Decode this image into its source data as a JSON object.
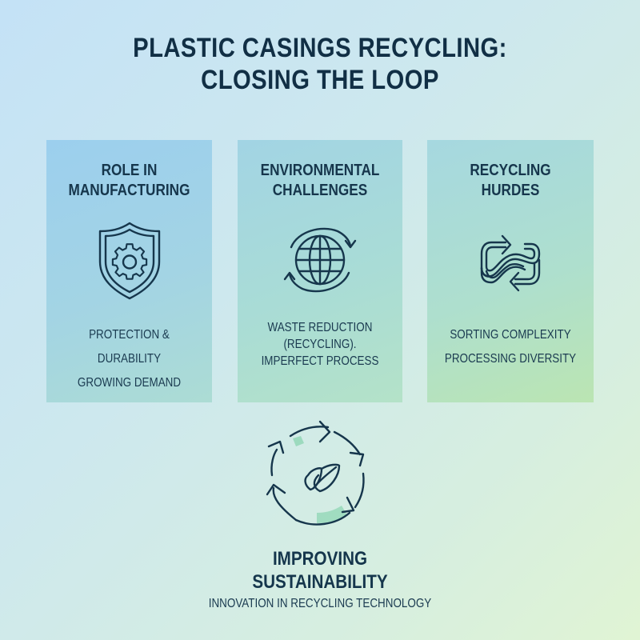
{
  "title": {
    "line1": "PLASTIC CASINGS RECYCLING:",
    "line2": "CLOSING THE LOOP"
  },
  "cards": [
    {
      "heading": [
        "ROLE IN",
        "MANUFACTURING"
      ],
      "icon": "shield-gear-icon",
      "points": [
        "PROTECTION & DURABILITY",
        "GROWING DEMAND"
      ]
    },
    {
      "heading": [
        "ENVIRONMENTAL",
        "CHALLENGES"
      ],
      "icon": "globe-cycle-icon",
      "points": [
        "WASTE REDUCTION",
        "(RECYCLING).",
        "IMPERFECT PROCESS"
      ]
    },
    {
      "heading": [
        "RECYCLING",
        "HURDES"
      ],
      "icon": "tangled-arrows-icon",
      "points": [
        "SORTING COMPLEXITY",
        "PROCESSING DIVERSITY"
      ]
    }
  ],
  "bottom": {
    "icon": "recycle-leaf-icon",
    "heading": [
      "IMPROVING",
      "SUSTAINABILITY"
    ],
    "subtitle": "INNOVATION IN RECYCLING TECHNOLOGY"
  },
  "colors": {
    "text_dark": "#14344a",
    "card1": "#9ccfee",
    "card2": "#a9dcd6",
    "card3": "#bbe5b2",
    "accent_green": "#8fd6b4"
  }
}
